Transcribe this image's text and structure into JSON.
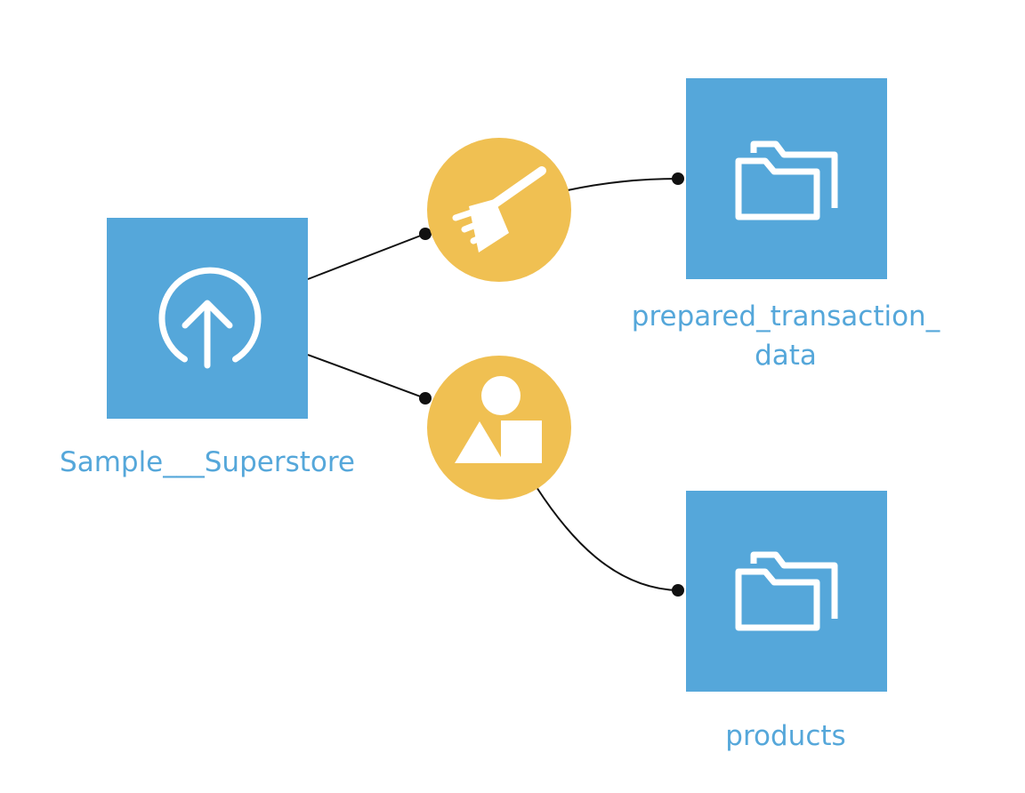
{
  "colors": {
    "dataset": "#55a7da",
    "recipe": "#f0c052",
    "icon": "#ffffff",
    "edge": "#111111",
    "label": "#55a7da"
  },
  "nodes": {
    "source": {
      "label": "Sample___Superstore",
      "icon": "upload-icon"
    },
    "prepared": {
      "label_line1": "prepared_transaction_",
      "label_line2": "data",
      "icon": "folder-stack-icon"
    },
    "products": {
      "label": "products",
      "icon": "folder-stack-icon"
    },
    "prepare_recipe": {
      "icon": "broom-icon"
    },
    "split_recipe": {
      "icon": "shapes-icon"
    }
  }
}
